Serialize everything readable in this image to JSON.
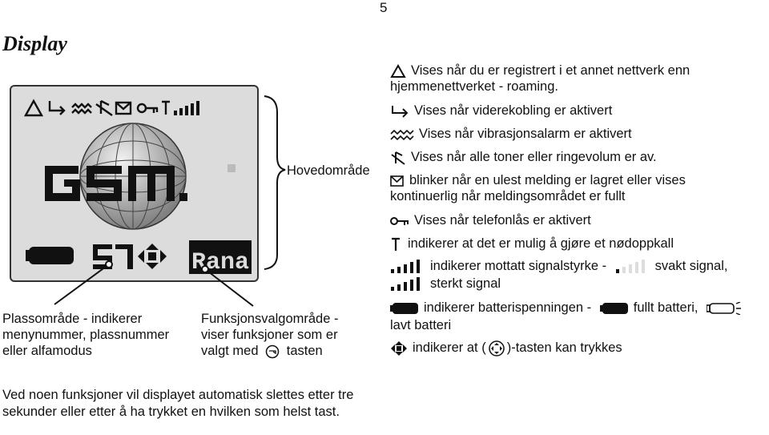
{
  "page_number": "5",
  "heading": "Display",
  "display": {
    "logo_text": "GSM",
    "menu_number": "57",
    "function_text": "Rana"
  },
  "callouts": {
    "main_area": "Hovedområde",
    "location_area": [
      "Plassområde - indikerer",
      "menynummer, plassnummer",
      "eller alfamodus"
    ],
    "function_area": {
      "line1": "Funksjonsvalgområde -",
      "line2": "viser funksjoner som er",
      "line3_before": "valgt med",
      "line3_after": "tasten"
    }
  },
  "legend": {
    "roaming": [
      "Vises når du er registrert i et annet nettverk enn",
      "hjemmenettverket - roaming."
    ],
    "forwarding": "Vises når viderekobling er aktivert",
    "vibration": "Vises når vibrasjonsalarm er aktivert",
    "silent": "Vises når alle toner eller ringevolum er av.",
    "message": [
      "blinker når en ulest melding er lagret eller vises",
      "kontinuerlig når meldingsområdet er fullt"
    ],
    "phonelock": "Vises når telefonlås er aktivert",
    "emergency": "indikerer at det er mulig å gjøre et nødoppkall",
    "signal": {
      "before": "indikerer mottatt signalstyrke -",
      "weak": "svakt signal,",
      "strong": "sterkt signal"
    },
    "battery": {
      "before": "indikerer batterispenningen -",
      "full": "fullt batteri,",
      "low": "lavt batteri"
    },
    "navkey": {
      "before": "indikerer at (",
      "after": ")-tasten kan trykkes"
    }
  },
  "note": "Ved noen funksjoner vil displayet automatisk slettes etter tre sekunder eller etter å ha trykket en hvilken som helst tast."
}
